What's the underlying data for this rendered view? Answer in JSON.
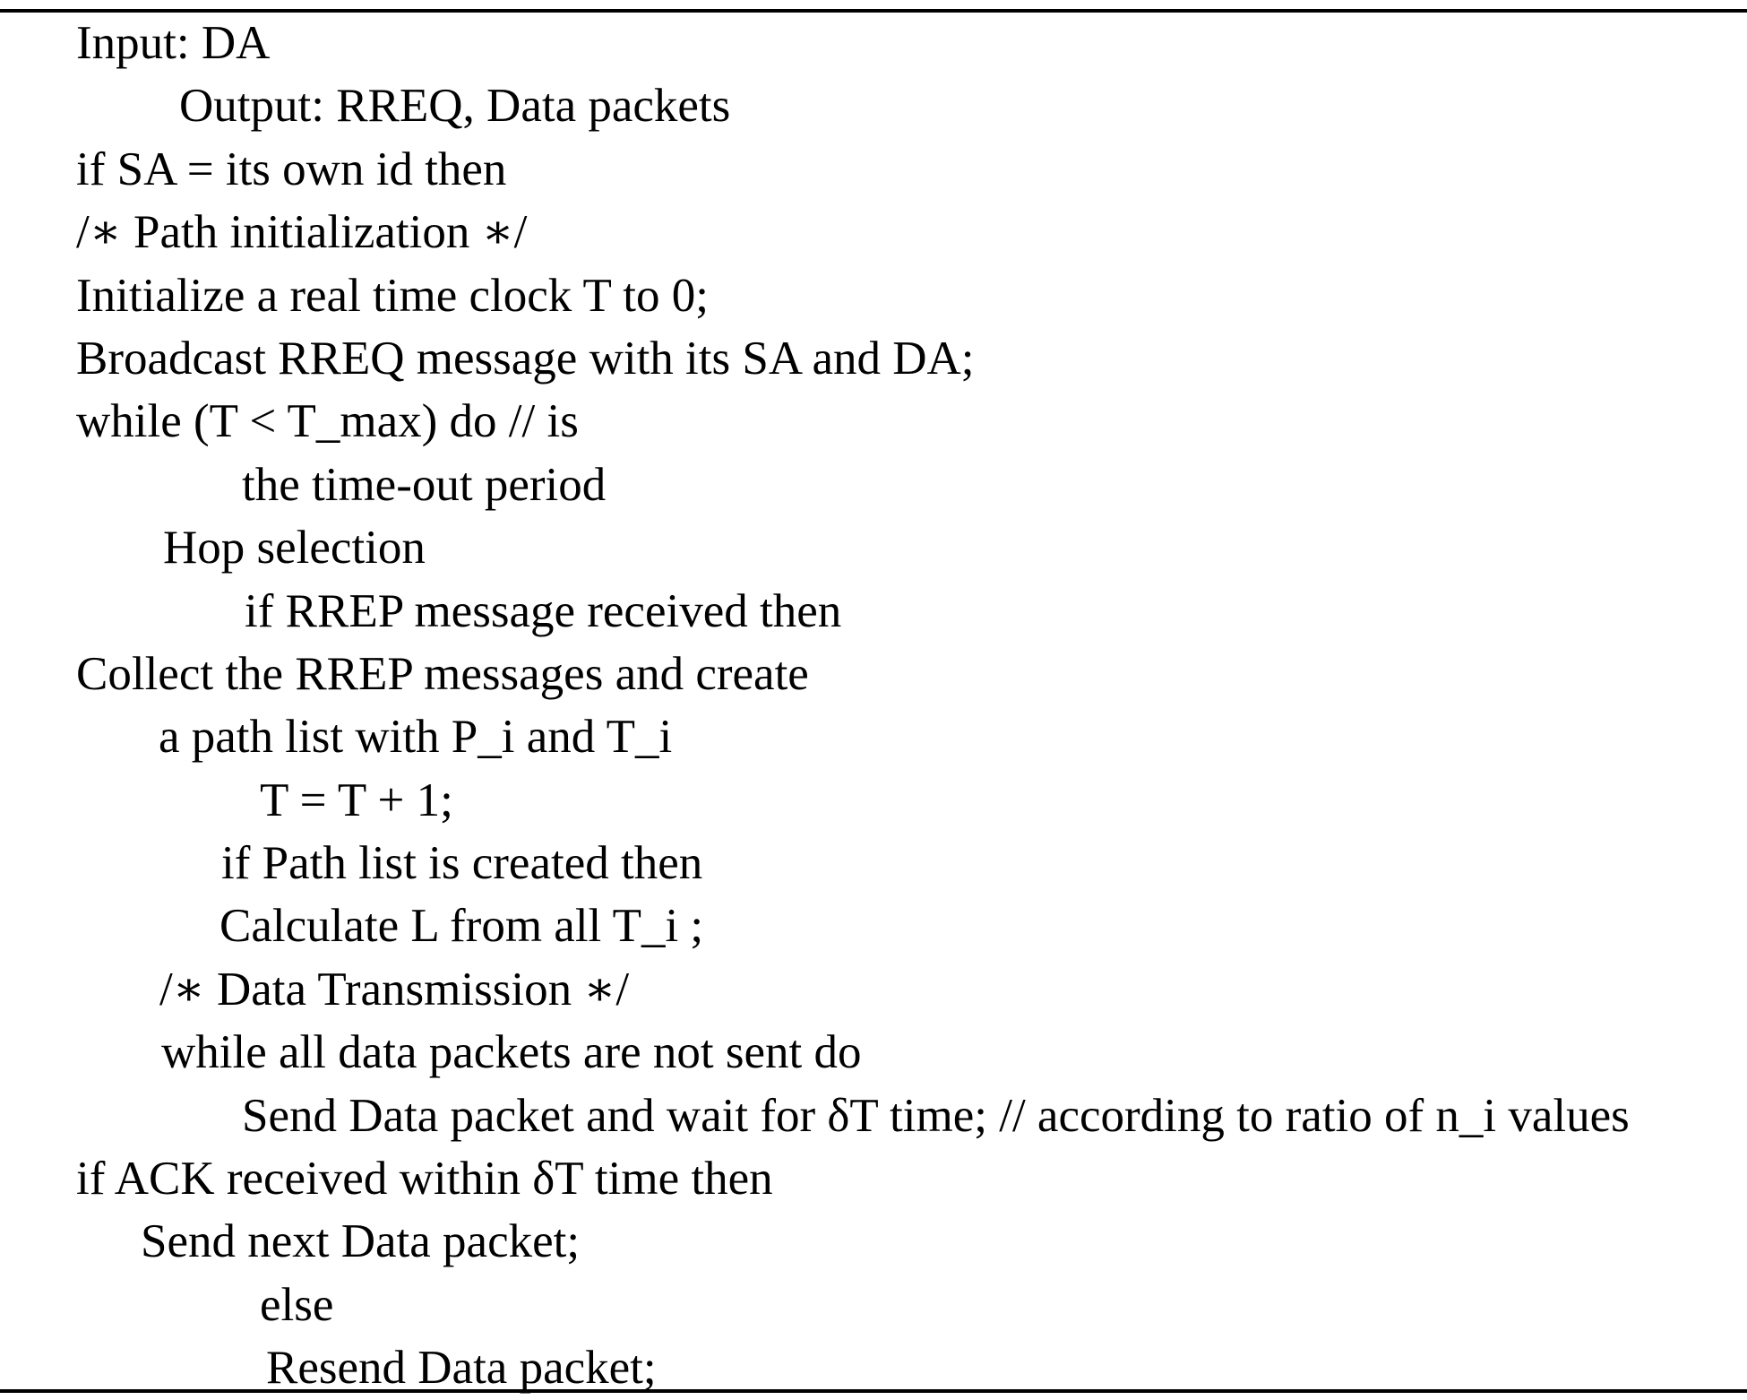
{
  "page": {
    "background": "#ffffff",
    "text_color": "#000000",
    "rule_color": "#000000"
  },
  "algorithm": {
    "lines": [
      {
        "text": "Input: DA",
        "indent": 85
      },
      {
        "text": "Output: RREQ, Data packets",
        "indent": 200
      },
      {
        "text": "if SA = its own id then",
        "indent": 85
      },
      {
        "text": "/∗ Path initialization ∗/",
        "indent": 85
      },
      {
        "text": "Initialize a real time clock T to 0;",
        "indent": 85
      },
      {
        "text": "Broadcast RREQ message with its SA and DA;",
        "indent": 85
      },
      {
        "text": "while (T < T_max) do // is",
        "indent": 85
      },
      {
        "text": "the time-out period",
        "indent": 270
      },
      {
        "text": "Hop selection",
        "indent": 182
      },
      {
        "text": "if RREP message received then",
        "indent": 273
      },
      {
        "text": "Collect the RREP messages and create",
        "indent": 85
      },
      {
        "text": "a path list with P_i and T_i",
        "indent": 177
      },
      {
        "text": "T = T + 1;",
        "indent": 290
      },
      {
        "text": "if Path list is created then",
        "indent": 247
      },
      {
        "text": "Calculate L from all T_i ;",
        "indent": 245
      },
      {
        "text": "/∗ Data Transmission ∗/",
        "indent": 178
      },
      {
        "text": "while all data packets are not sent do",
        "indent": 180
      },
      {
        "text": "Send Data packet and wait for δT time; // according to ratio of n_i values",
        "indent": 270
      },
      {
        "text": "if ACK received within δT time then",
        "indent": 85
      },
      {
        "text": "Send next Data packet;",
        "indent": 157
      },
      {
        "text": "else",
        "indent": 290
      },
      {
        "text": "Resend Data packet;",
        "indent": 297
      }
    ]
  }
}
